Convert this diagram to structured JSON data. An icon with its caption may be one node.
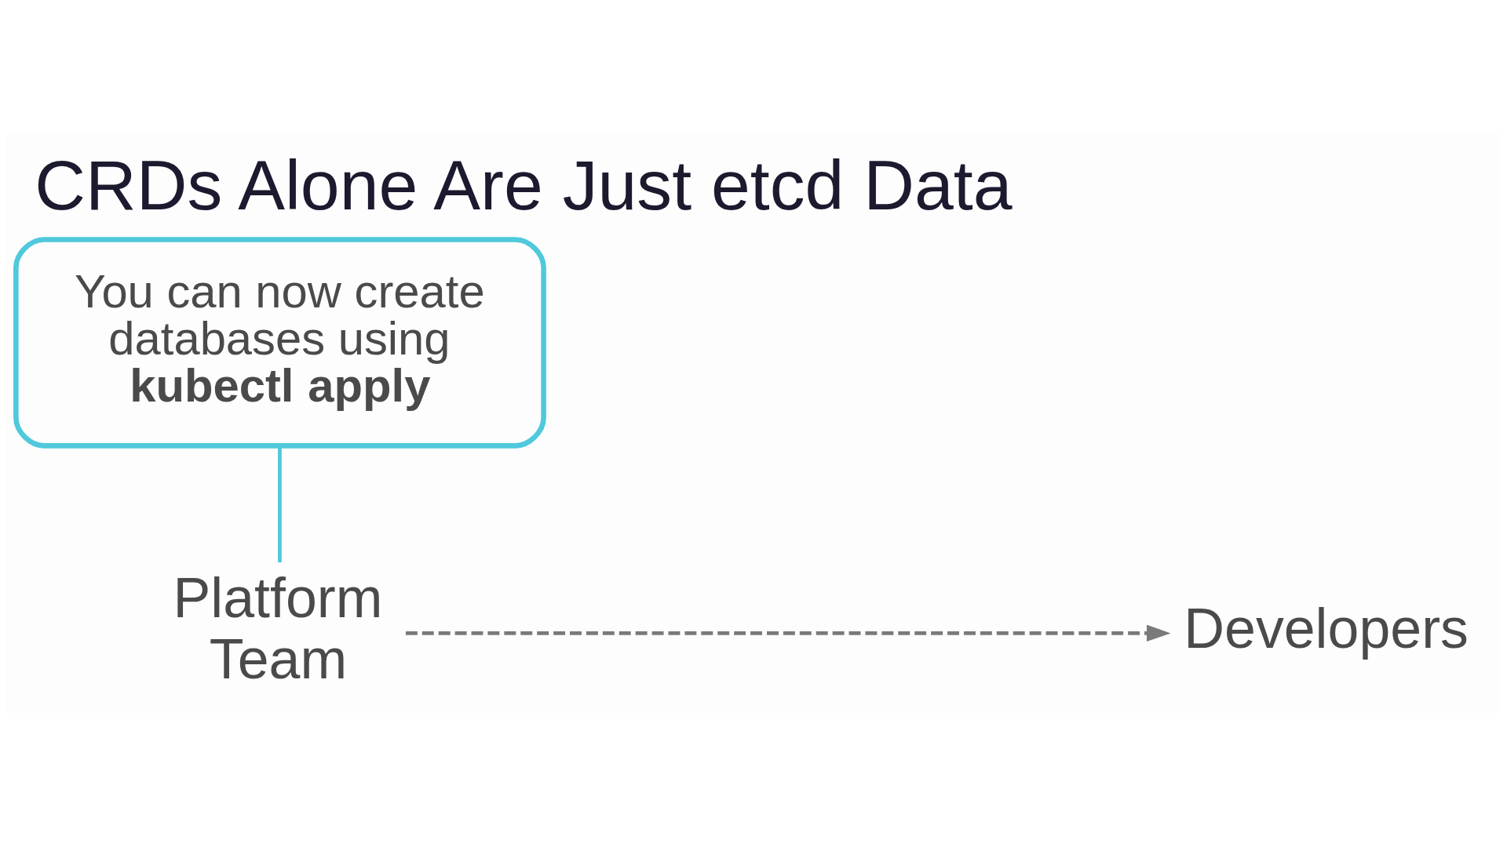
{
  "diagram": {
    "title": "CRDs Alone Are Just etcd Data",
    "nodes": [
      {
        "text": [
          "You can now create databases using **kubectl apply**"
        ]
      },
      {
        "text": [
          "Platform Team"
        ]
      },
      {
        "text": [
          "Developers"
        ]
      }
    ],
    "edges": [
      {
        "from": 0,
        "to": 1,
        "arrow": "none",
        "color": "#4fc9db"
      },
      {
        "from": 1,
        "to": 2,
        "arrow": "to",
        "style": "dashed",
        "color": "#7a7a7a"
      }
    ]
  }
}
